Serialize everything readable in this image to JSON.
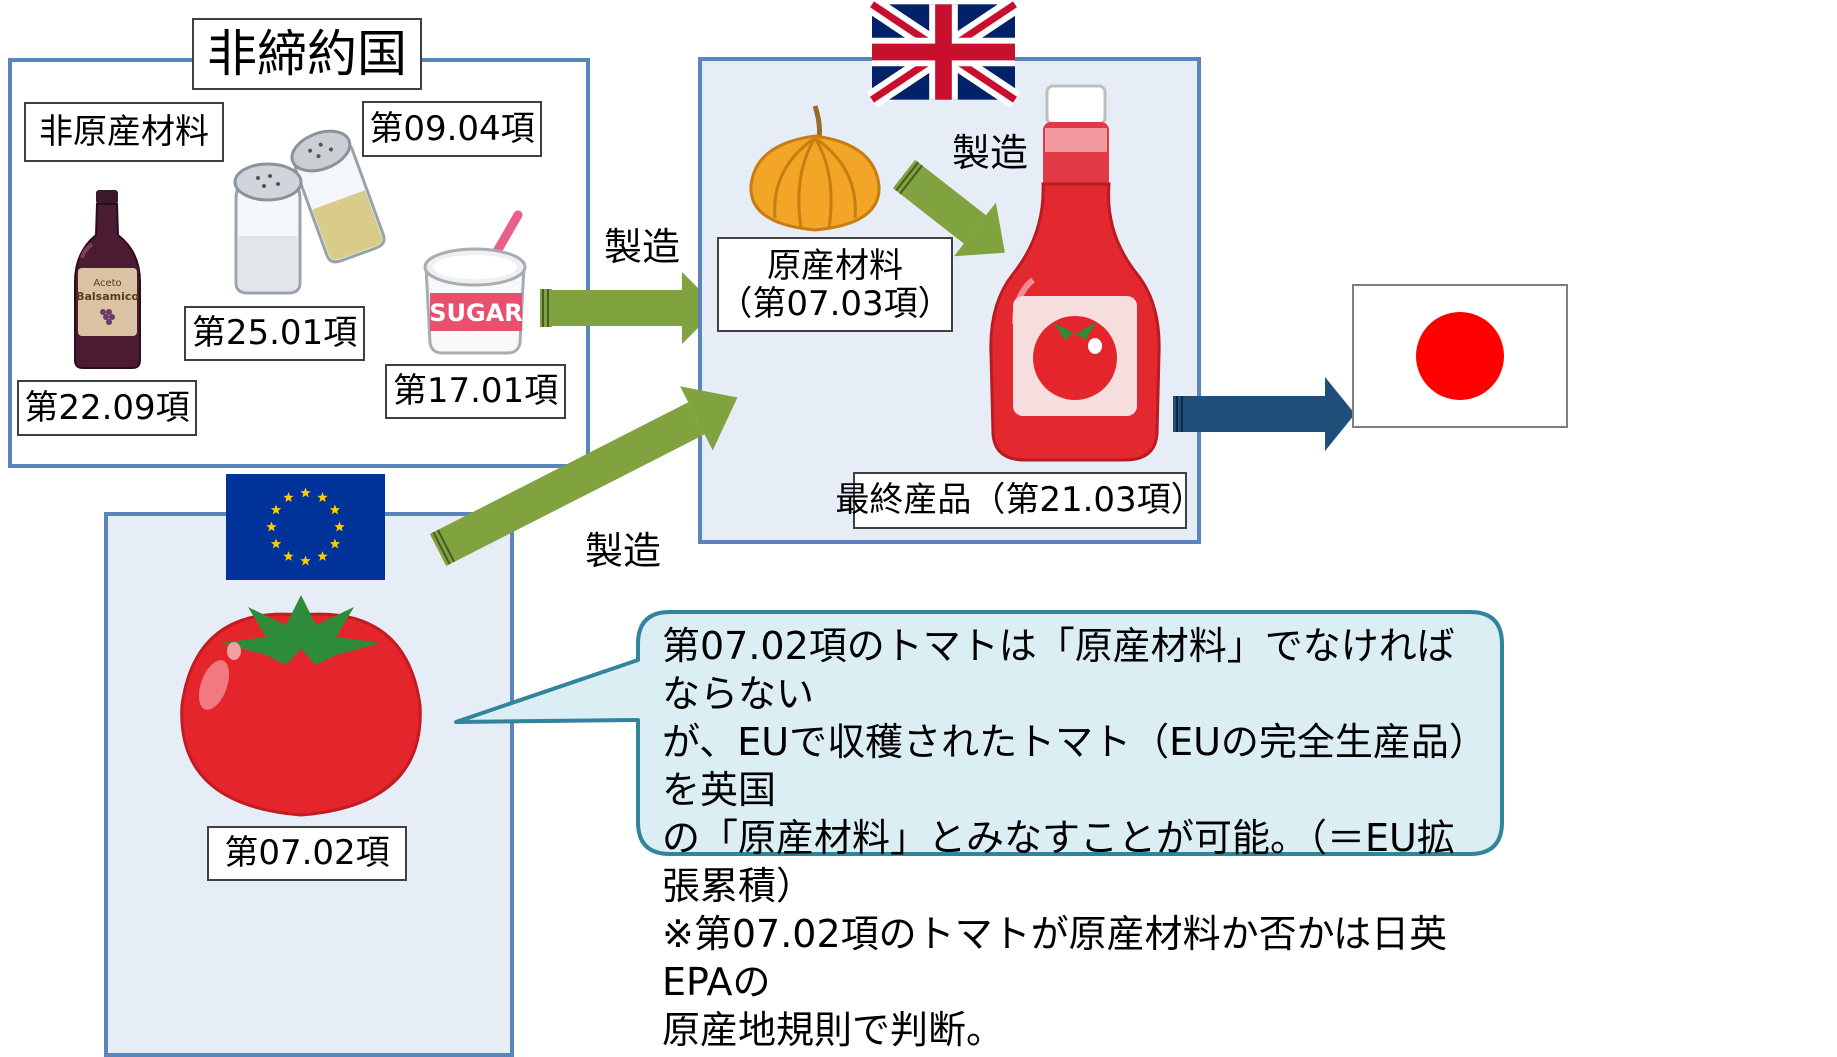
{
  "non_party": {
    "title": "非締約国",
    "non_originating_label": "非原産材料",
    "items": [
      {
        "heading": "第09.04項",
        "icon": "pepper-shaker-icon"
      },
      {
        "heading": "第25.01項",
        "icon": "salt-shaker-icon"
      },
      {
        "heading": "第22.09項",
        "icon": "vinegar-bottle-icon"
      },
      {
        "heading": "第17.01項",
        "icon": "sugar-pot-icon"
      }
    ],
    "bottle_label_line1": "Aceto",
    "bottle_label_line2": "Balsamico",
    "sugar_label": "SUGAR"
  },
  "arrows": {
    "manufacture_label_1": "製造",
    "manufacture_label_2": "製造",
    "manufacture_label_3": "製造"
  },
  "uk": {
    "flag": "uk-flag",
    "originating_material_line1": "原産材料",
    "originating_material_line2": "（第07.03項）",
    "final_product": "最終産品（第21.03項）"
  },
  "eu": {
    "flag": "eu-flag",
    "tomato_heading": "第07.02項"
  },
  "japan": {
    "flag": "japan-flag"
  },
  "callout": {
    "text": "第07.02項のトマトは「原産材料」でなければならない\nが、EUで収穫されたトマト（EUの完全生産品）を英国\nの「原産材料」とみなすことが可能。（＝EU拡張累積）\n※第07.02項のトマトが原産材料か否かは日英EPAの\n原産地規則で判断。"
  },
  "colors": {
    "panel_border": "#5a84bc",
    "panel_fill": "#e6edf6",
    "green_arrow": "#80a33f",
    "blue_arrow": "#1f4e79",
    "callout_fill": "#dbeef4",
    "callout_border": "#31849b"
  }
}
